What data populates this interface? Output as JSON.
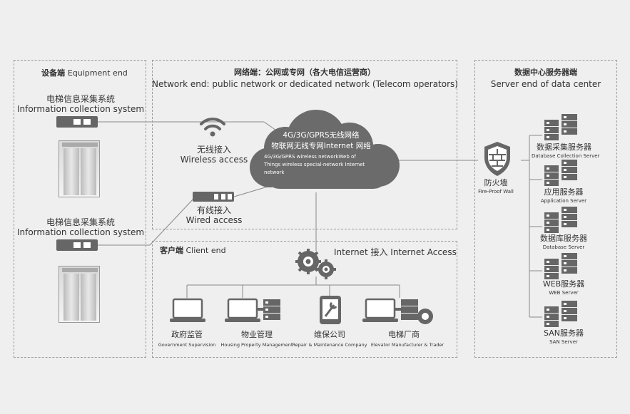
{
  "equipment_panel": {
    "title_cn": "设备端",
    "title_en": "Equipment end",
    "system1_cn": "电梯信息采集系统",
    "system1_en": "Information collection system",
    "system2_cn": "电梯信息采集系统",
    "system2_en": "Information collection system"
  },
  "network_panel": {
    "title_cn": "网络端：公网或专网（各大电信运营商）",
    "title_en": "Network end: public network or dedicated network (Telecom operators)",
    "cloud_line1": "4G/3G/GPRS无线网络",
    "cloud_line2": "物联网无线专网Internet 网络",
    "cloud_line3": "4G/3G/GPRS wireless networkWeb of",
    "cloud_line4": "Things wireless special-network Internet",
    "cloud_line5": "network",
    "wireless_cn": "无线接入",
    "wireless_en": "Wireless access",
    "wired_cn": "有线接入",
    "wired_en": "Wired access"
  },
  "client_panel": {
    "title_cn": "客户端",
    "title_en": "Client end",
    "internet_label": "Internet 接入 Internet Access",
    "clients": [
      {
        "cn": "政府监管",
        "en": "Government Supervision"
      },
      {
        "cn": "物业管理",
        "en": "Housing Property Management"
      },
      {
        "cn": "维保公司",
        "en": "Repair & Maintenance Company"
      },
      {
        "cn": "电梯厂商",
        "en": "Elevator Manufacturer & Trader"
      }
    ]
  },
  "server_panel": {
    "title_cn": "数据中心服务器端",
    "title_en": "Server end of data center",
    "firewall_cn": "防火墙",
    "firewall_en": "Fire-Proof Wall",
    "servers": [
      {
        "cn": "数据采集服务器",
        "en": "Database Collection Server"
      },
      {
        "cn": "应用服务器",
        "en": "Application Server"
      },
      {
        "cn": "数据库服务器",
        "en": "Database Server"
      },
      {
        "cn": "WEB服务器",
        "en": "WEB Server"
      },
      {
        "cn": "SAN服务器",
        "en": "SAN Server"
      }
    ]
  },
  "colors": {
    "background": "#efefef",
    "icon": "#666666",
    "cloud": "#6b6b6b",
    "line": "#888888"
  }
}
